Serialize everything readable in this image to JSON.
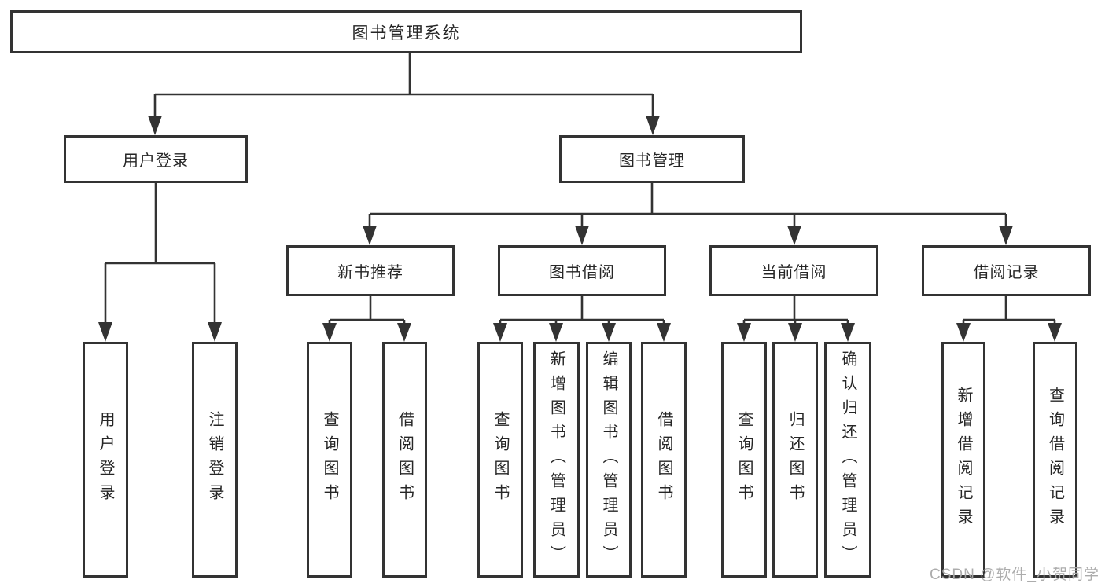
{
  "diagram": {
    "type": "tree",
    "watermark": "CSDN @软件_小贺同学",
    "colors": {
      "line": "#333333",
      "border": "#333333",
      "text": "#262626",
      "watermark": "#a8a8a8",
      "background": "#ffffff"
    },
    "nodes": {
      "root": {
        "label": "图书管理系统"
      },
      "level2": [
        {
          "label": "用户登录"
        },
        {
          "label": "图书管理"
        }
      ],
      "level3": [
        {
          "label": "新书推荐"
        },
        {
          "label": "图书借阅"
        },
        {
          "label": "当前借阅"
        },
        {
          "label": "借阅记录"
        }
      ],
      "leaves": [
        {
          "label": "用户登录"
        },
        {
          "label": "注销登录"
        },
        {
          "label": "查询图书"
        },
        {
          "label": "借阅图书"
        },
        {
          "label": "查询图书"
        },
        {
          "label": "新增图书（管理员）"
        },
        {
          "label": "编辑图书（管理员）"
        },
        {
          "label": "借阅图书"
        },
        {
          "label": "查询图书"
        },
        {
          "label": "归还图书"
        },
        {
          "label": "确认归还（管理员）"
        },
        {
          "label": "新增借阅记录"
        },
        {
          "label": "查询借阅记录"
        }
      ]
    },
    "edges": [
      "图书管理系统→用户登录",
      "图书管理系统→图书管理",
      "用户登录→用户登录",
      "用户登录→注销登录",
      "图书管理→新书推荐",
      "图书管理→图书借阅",
      "图书管理→当前借阅",
      "图书管理→借阅记录",
      "新书推荐→查询图书",
      "新书推荐→借阅图书",
      "图书借阅→查询图书",
      "图书借阅→新增图书（管理员）",
      "图书借阅→编辑图书（管理员）",
      "图书借阅→借阅图书",
      "当前借阅→查询图书",
      "当前借阅→归还图书",
      "当前借阅→确认归还（管理员）",
      "借阅记录→新增借阅记录",
      "借阅记录→查询借阅记录"
    ]
  }
}
